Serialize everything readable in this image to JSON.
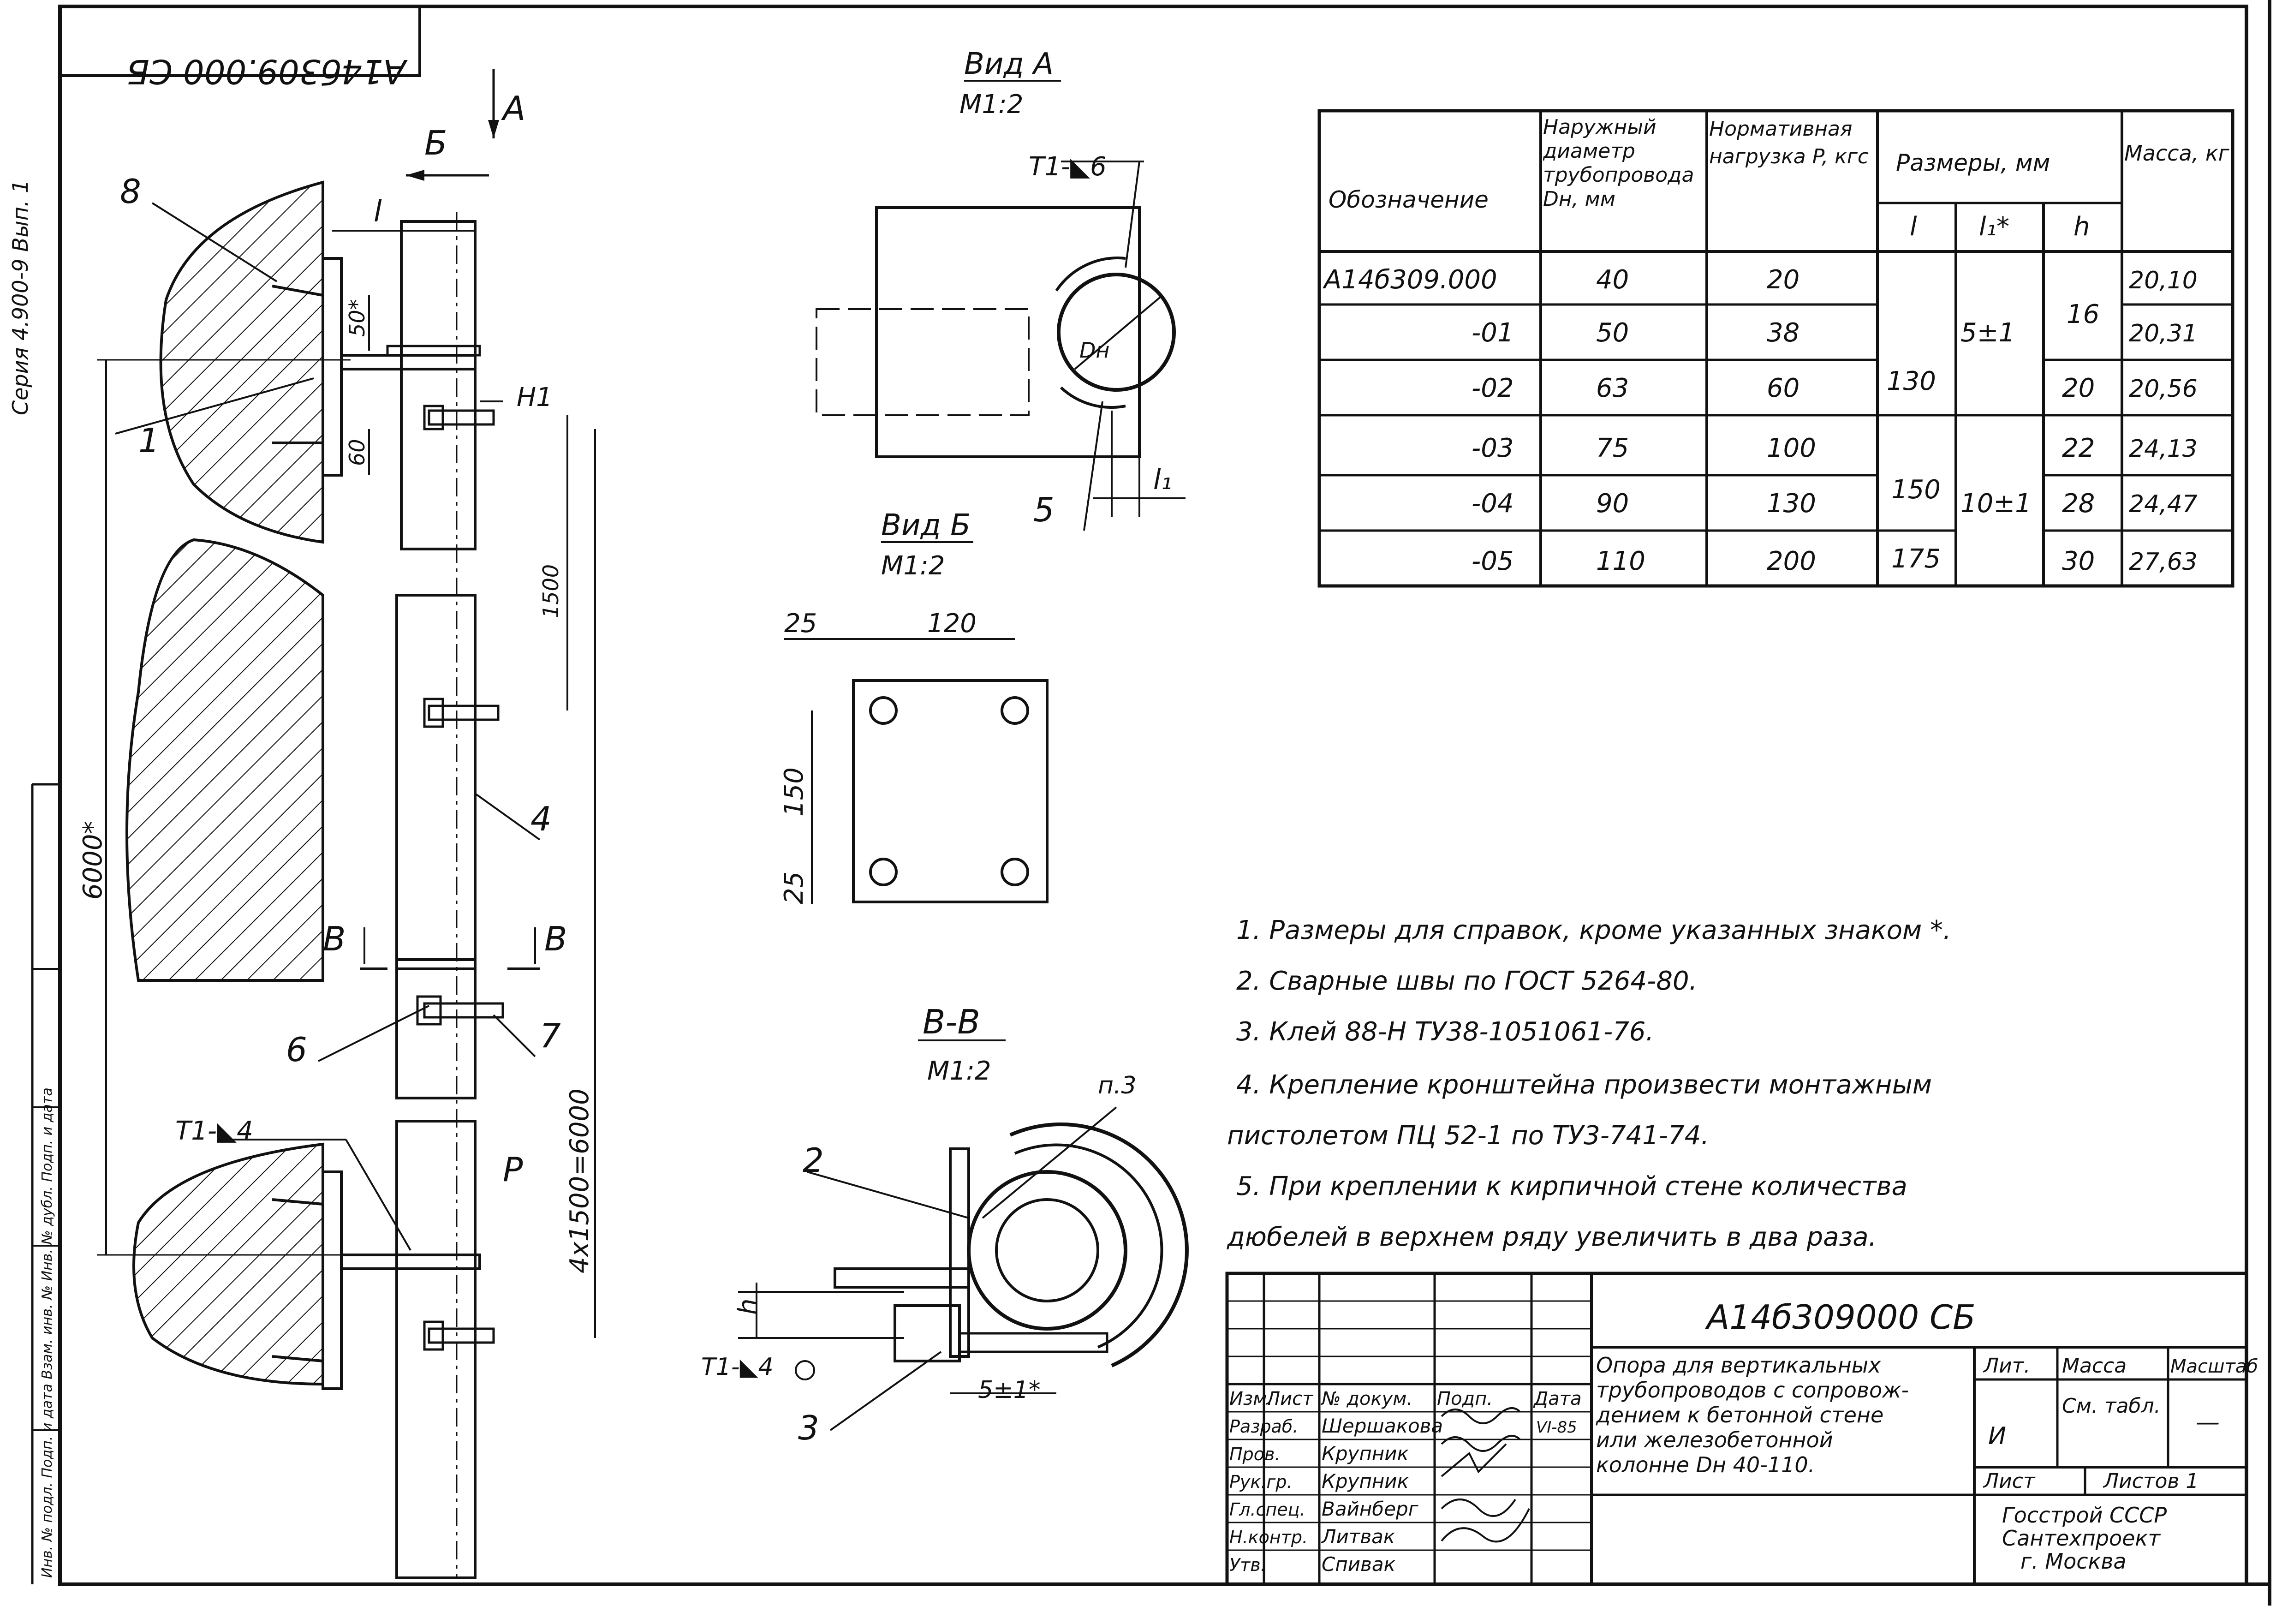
{
  "stamp_code": "А14б309.000 СБ",
  "series_text": "Серия 4.900-9   Вып. 1",
  "left_margin_label": "Инв. № подл.   Подп. и дата   Взам. инв. №   Инв. № дубл.   Подп. и дата",
  "views": {
    "view_a": {
      "title": "Вид А",
      "scale": "М1:2"
    },
    "view_b": {
      "title": "Вид Б",
      "scale": "М1:2"
    },
    "section_bb": {
      "title": "В-В",
      "scale": "М1:2"
    }
  },
  "labels": {
    "A": "А",
    "B": "Б",
    "V": "В",
    "l": "l",
    "l1": "l₁",
    "h": "h",
    "P": "P",
    "dim_50": "50*",
    "dim_60": "60",
    "dim_1500": "1500",
    "dim_6000": "6000*",
    "dim_4x1500": "4x1500=6000",
    "dim_25a": "25",
    "dim_120": "120",
    "dim_150": "150",
    "dim_25b": "25",
    "dim_5": "5±1*",
    "weld_t1_6": "Т1-◣6",
    "weld_h1": "Н1",
    "weld_t1_4a": "Т1-◣4",
    "weld_t1_4b": "Т1-◣4",
    "dh": "Dн",
    "n3": "п.3"
  },
  "positions": {
    "p1": "1",
    "p2": "2",
    "p3": "3",
    "p4": "4",
    "p5": "5",
    "p6": "6",
    "p7": "7",
    "p8": "8"
  },
  "spec_table": {
    "headers": {
      "designation": "Обозначение",
      "diameter": "Наружный диаметр трубопровода Dн, мм",
      "load": "Нормативная нагрузка P, кгс",
      "dims": "Размеры, мм",
      "l": "l",
      "l1": "l₁*",
      "h": "h",
      "mass": "Масса, кг"
    },
    "rows": [
      {
        "designation": "А14б309.000",
        "diameter": "40",
        "load": "20",
        "h": "",
        "mass": "20,10"
      },
      {
        "designation": "-01",
        "diameter": "50",
        "load": "38",
        "h": "",
        "mass": "20,31"
      },
      {
        "designation": "-02",
        "diameter": "63",
        "load": "60",
        "h": "20",
        "mass": "20,56"
      },
      {
        "designation": "-03",
        "diameter": "75",
        "load": "100",
        "h": "22",
        "mass": "24,13"
      },
      {
        "designation": "-04",
        "diameter": "90",
        "load": "130",
        "h": "28",
        "mass": "24,47"
      },
      {
        "designation": "-05",
        "diameter": "110",
        "load": "200",
        "h": "30",
        "mass": "27,63"
      }
    ],
    "merged": {
      "l_130": "130",
      "l_150": "150",
      "l_175": "175",
      "l1_5": "5±1",
      "l1_10": "10±1",
      "h_16": "16"
    }
  },
  "notes": [
    "1. Размеры для справок, кроме указанных знаком *.",
    "2. Сварные швы по ГОСТ 5264-80.",
    "3. Клей 88-Н ТУ38-1051061-76.",
    "4. Крепление кронштейна произвести монтажным",
    "пистолетом ПЦ 52-1 по ТУ3-741-74.",
    "5. При креплении к кирпичной стене количества",
    "дюбелей в верхнем ряду увеличить в два раза."
  ],
  "title_block": {
    "code": "А14б309000 СБ",
    "title": [
      "Опора для вертикальных",
      "трубопроводов с сопровож-",
      "дением к бетонной стене",
      "или железобетонной",
      "колонне Dн 40-110."
    ],
    "header_row": [
      "Изм.",
      "Лист",
      "№ докум.",
      "Подп.",
      "Дата"
    ],
    "roles": [
      {
        "role": "Разраб.",
        "name": "Шершакова",
        "date": "VI-85"
      },
      {
        "role": "Пров.",
        "name": "Крупник",
        "date": ""
      },
      {
        "role": "Рук.гр.",
        "name": "Крупник",
        "date": ""
      },
      {
        "role": "Гл.спец.",
        "name": "Вайнберг",
        "date": ""
      },
      {
        "role": "Н.контр.",
        "name": "Литвак",
        "date": ""
      },
      {
        "role": "Утв.",
        "name": "Спивак",
        "date": ""
      }
    ],
    "lit_label": "Лит.",
    "lit_value": "И",
    "mass_label": "Масса",
    "mass_value": "См. табл.",
    "scale_label": "Масштаб",
    "scale_value": "—",
    "sheet_label": "Лист",
    "sheets_label": "Листов 1",
    "org": [
      "Госстрой СССР",
      "Сантехпроект",
      "г. Москва"
    ]
  }
}
